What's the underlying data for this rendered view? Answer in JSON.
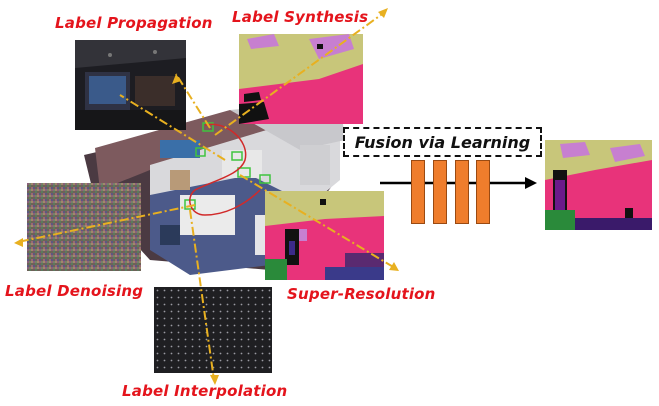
{
  "labels": {
    "label_propagation": "Label Propagation",
    "label_synthesis": "Label Synthesis",
    "label_denoising": "Label Denoising",
    "super_resolution": "Super-Resolution",
    "label_interpolation": "Label Interpolation",
    "fusion": "Fusion via Learning"
  },
  "colors": {
    "label_text": "#e4141c",
    "network_layer": "#ef7d2c",
    "ray_line": "#e8b020",
    "semantic_floor": "#e8337a",
    "semantic_wall": "#c8c67a",
    "semantic_ceiling": "#c77fd0"
  },
  "network": {
    "layer_count": 4
  }
}
